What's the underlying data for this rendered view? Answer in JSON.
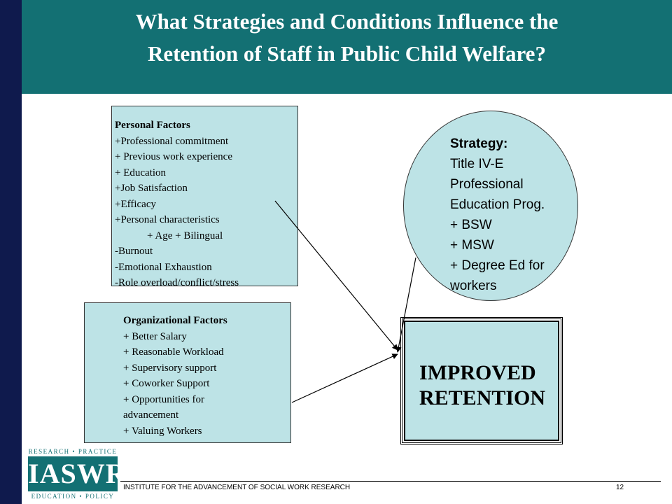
{
  "slide": {
    "title_lines": [
      "What  Strategies and Conditions Influence the",
      "Retention of Staff in Public Child Welfare?"
    ]
  },
  "personal": {
    "heading": "Personal Factors",
    "items": [
      "+Professional commitment",
      "+ Previous work experience",
      "+ Education",
      "+Job Satisfaction",
      "+Efficacy",
      "+Personal characteristics",
      "+ Age     +   Bilingual",
      "-Burnout",
      "-Emotional Exhaustion",
      "-Role overload/conflict/stress"
    ]
  },
  "organizational": {
    "heading": "Organizational Factors",
    "items": [
      "+  Better Salary",
      "+  Reasonable Workload",
      "+  Supervisory support",
      "+  Coworker Support",
      "+  Opportunities for",
      "advancement",
      "+  Valuing Workers"
    ]
  },
  "strategy": {
    "heading": "Strategy:",
    "lines": [
      "Title IV-E",
      "Professional",
      "Education Prog.",
      "+  BSW",
      "+  MSW",
      "+ Degree Ed for",
      "workers"
    ]
  },
  "outcome": {
    "lines": [
      "IMPROVED",
      "RETENTION"
    ]
  },
  "logo": {
    "top": "RESEARCH • PRACTICE",
    "mark": "IASWR",
    "bottom": "EDUCATION • POLICY"
  },
  "footer": {
    "org": "INSTITUTE FOR THE ADVANCEMENT OF SOCIAL WORK RESEARCH",
    "page": "12"
  },
  "colors": {
    "header": "#137073",
    "left_bar": "#0f1a4d",
    "box_fill": "#bde3e6"
  }
}
